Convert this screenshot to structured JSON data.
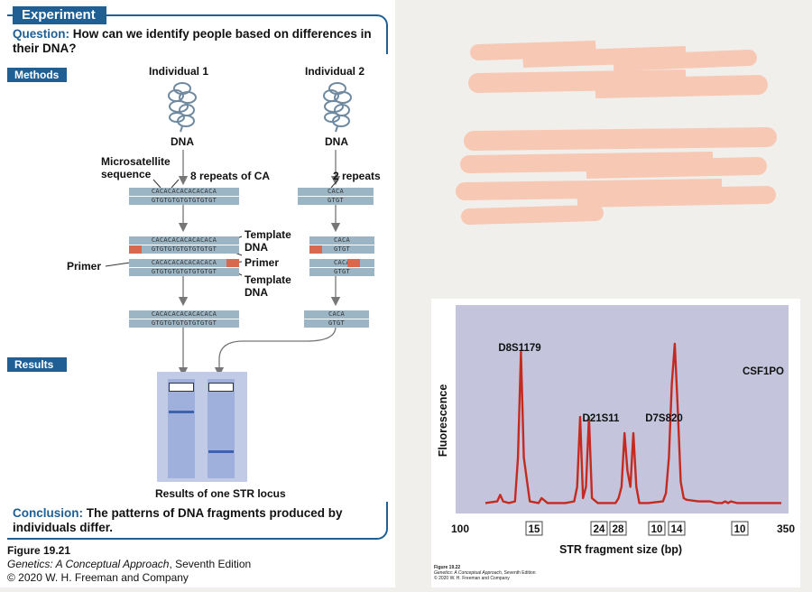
{
  "experiment": {
    "tab_label": "Experiment",
    "question_label": "Question:",
    "question_text": "How can we identify people based on differences in their DNA?",
    "methods_label": "Methods",
    "results_label": "Results",
    "individual_1": "Individual 1",
    "individual_2": "Individual 2",
    "dna_label": "DNA",
    "microsatellite_label_1": "Microsatellite",
    "microsatellite_label_2": "sequence",
    "repeats_8": "8 repeats of CA",
    "repeats_2": "2 repeats",
    "template_dna_1": "Template",
    "template_dna_2": "DNA",
    "primer": "Primer",
    "seq_top_1": "CACACACACACACACA",
    "seq_bot_1": "GTGTGTGTGTGTGTGT",
    "seq_top_2": "CACA",
    "seq_bot_2": "GTGT",
    "gel_caption": "Results of one STR locus",
    "conclusion_label": "Conclusion:",
    "conclusion_text": "The patterns of DNA fragments produced by individuals differ."
  },
  "figure_caption_left": {
    "figure": "Figure 19.21",
    "book": "Genetics: A Conceptual Approach",
    "edition": ", Seventh Edition",
    "copyright": "© 2020 W. H. Freeman and Company"
  },
  "figure_caption_right": {
    "figure": "Figure 19.22",
    "book": "Genetics: A Conceptual Approach",
    "edition": ", Seventh Edition",
    "copyright": "© 2020 W. H. Freeman and Company"
  },
  "colors": {
    "accent_blue": "#1f5f94",
    "strand": "#9cb5c4",
    "primer": "#d9694e",
    "chart_bg": "#c4c4dc",
    "trace": "#c42b20",
    "redaction": "#f7c9b5"
  },
  "chart_data": {
    "type": "line",
    "xlabel": "STR fragment size (bp)",
    "ylabel": "Fluorescence",
    "x_axis_ends": [
      "100",
      "350"
    ],
    "allele_boxes": [
      "15",
      "24",
      "28",
      "10",
      "14",
      "10"
    ],
    "peaks": [
      {
        "label": "D8S1179",
        "alleles": [
          "15"
        ]
      },
      {
        "label": "D21S11",
        "alleles": [
          "24",
          "28"
        ]
      },
      {
        "label": "D7S820",
        "alleles": [
          "10",
          "14"
        ]
      },
      {
        "label": "CSF1PO",
        "alleles": [
          "10"
        ]
      }
    ],
    "series": [
      {
        "x": [
          0.0,
          0.04,
          0.05,
          0.06,
          0.08,
          0.1,
          0.11,
          0.12,
          0.13,
          0.15,
          0.18,
          0.19,
          0.21,
          0.24,
          0.27,
          0.3,
          0.31,
          0.32,
          0.33,
          0.34,
          0.35,
          0.36,
          0.38,
          0.44,
          0.45,
          0.46,
          0.47,
          0.48,
          0.49,
          0.5,
          0.51,
          0.52,
          0.55,
          0.6,
          0.61,
          0.62,
          0.63,
          0.64,
          0.65,
          0.66,
          0.67,
          0.68,
          0.72,
          0.76,
          0.78,
          0.79,
          0.8,
          0.81,
          0.82,
          0.83,
          0.85,
          1.0
        ],
        "y": [
          0.02,
          0.03,
          0.07,
          0.03,
          0.02,
          0.03,
          0.3,
          0.95,
          0.3,
          0.03,
          0.02,
          0.05,
          0.02,
          0.02,
          0.02,
          0.03,
          0.12,
          0.55,
          0.05,
          0.12,
          0.55,
          0.05,
          0.02,
          0.02,
          0.05,
          0.12,
          0.45,
          0.22,
          0.12,
          0.45,
          0.12,
          0.02,
          0.02,
          0.03,
          0.08,
          0.3,
          0.75,
          1.0,
          0.6,
          0.15,
          0.05,
          0.04,
          0.03,
          0.03,
          0.02,
          0.02,
          0.02,
          0.03,
          0.02,
          0.03,
          0.02,
          0.02
        ]
      }
    ]
  }
}
